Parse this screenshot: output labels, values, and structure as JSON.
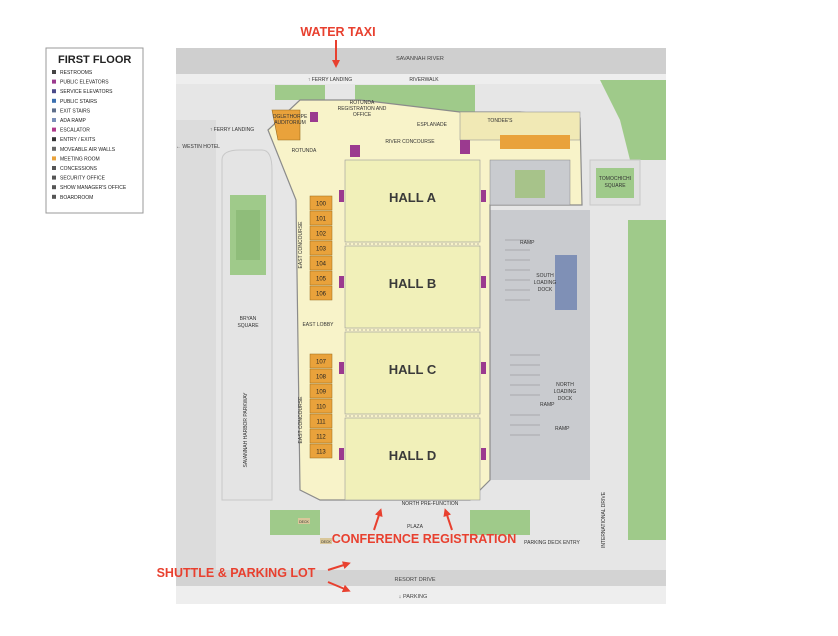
{
  "legend": {
    "title": "FIRST FLOOR",
    "items": [
      {
        "label": "RESTROOMS",
        "icon": "restroom-icon",
        "color": "#444444"
      },
      {
        "label": "PUBLIC ELEVATORS",
        "icon": "public-elevator-icon",
        "color": "#9b3a8f"
      },
      {
        "label": "SERVICE ELEVATORS",
        "icon": "service-elevator-icon",
        "color": "#4a4a8a"
      },
      {
        "label": "PUBLIC STAIRS",
        "icon": "public-stairs-icon",
        "color": "#3a6fb0"
      },
      {
        "label": "EXIT STAIRS",
        "icon": "exit-stairs-icon",
        "color": "#5e6e8a"
      },
      {
        "label": "ADA RAMP",
        "icon": "ada-ramp-icon",
        "color": "#7a8fb8"
      },
      {
        "label": "ESCALATOR",
        "icon": "escalator-icon",
        "color": "#b03a8a"
      },
      {
        "label": "ENTRY / EXITS",
        "icon": "entry-exit-icon",
        "color": "#333333"
      },
      {
        "label": "MOVEABLE AIR WALLS",
        "icon": "air-wall-icon",
        "color": "#666666"
      },
      {
        "label": "MEETING ROOM",
        "icon": "meeting-room-icon",
        "color": "#e9a23b"
      },
      {
        "label": "CONCESSIONS",
        "icon": "concessions-icon",
        "color": "#555555"
      },
      {
        "label": "SECURITY OFFICE",
        "icon": "security-office-icon",
        "color": "#555555"
      },
      {
        "label": "SHOW MANAGER'S OFFICE",
        "icon": "show-manager-office-icon",
        "color": "#555555"
      },
      {
        "label": "BOARDROOM",
        "icon": "boardroom-icon",
        "color": "#555555"
      }
    ]
  },
  "callouts": {
    "water_taxi": "WATER TAXI",
    "conference_registration": "CONFERENCE REGISTRATION",
    "shuttle_parking": "SHUTTLE & PARKING LOT"
  },
  "halls": [
    "HALL A",
    "HALL B",
    "HALL C",
    "HALL D"
  ],
  "meeting_rooms_upper": [
    "100",
    "101",
    "102",
    "103",
    "104",
    "105",
    "106"
  ],
  "meeting_rooms_lower": [
    "107",
    "108",
    "109",
    "110",
    "111",
    "112",
    "113"
  ],
  "labels": {
    "savannah_river": "SAVANNAH RIVER",
    "ferry_landing_top": "↑ FERRY LANDING",
    "riverwalk": "RIVERWALK",
    "rotunda_registration": "ROTUNDA",
    "rotunda_registration_2": "REGISTRATION AND",
    "rotunda_registration_3": "OFFICE",
    "esplanade": "ESPLANADE",
    "tondees": "TONDEE'S",
    "oglethorpe": "OGLETHORPE",
    "auditorium": "AUDITORIUM",
    "ferry_landing_left": "↑ FERRY LANDING",
    "westin_hotel": "← WESTIN HOTEL",
    "rotunda": "ROTUNDA",
    "river_concourse": "RIVER CONCOURSE",
    "tomochichi": "TOMOCHICHI",
    "square": "SQUARE",
    "east_concourse": "EAST CONCOURSE",
    "east_lobby": "EAST LOBBY",
    "bryan": "BRYAN",
    "bryan_square": "SQUARE",
    "savannah_harbor_parkway": "SAVANNAH HARBOR PARKWAY",
    "ramp": "RAMP",
    "south_loading": "SOUTH",
    "south_loading_2": "LOADING",
    "south_loading_3": "DOCK",
    "north_loading": "NORTH",
    "north_loading_2": "LOADING",
    "north_loading_3": "DOCK",
    "north_prefunction": "NORTH PRE-FUNCTION",
    "plaza": "PLAZA",
    "deck": "DECK",
    "parking_deck_entry": "PARKING DECK ENTRY",
    "international_drive": "INTERNATIONAL DRIVE",
    "resort_drive": "RESORT DRIVE",
    "parking": "↓ PARKING"
  },
  "colors": {
    "hall_fill": "#f1f0b9",
    "concourse_fill": "#f8f3c9",
    "meeting_room": "#e9a23b",
    "grass": "#9fca8a",
    "road": "#d9d9d9",
    "callout_red": "#e8402f",
    "loading": "#c9cbcf",
    "service_blue": "#7f90b6"
  }
}
